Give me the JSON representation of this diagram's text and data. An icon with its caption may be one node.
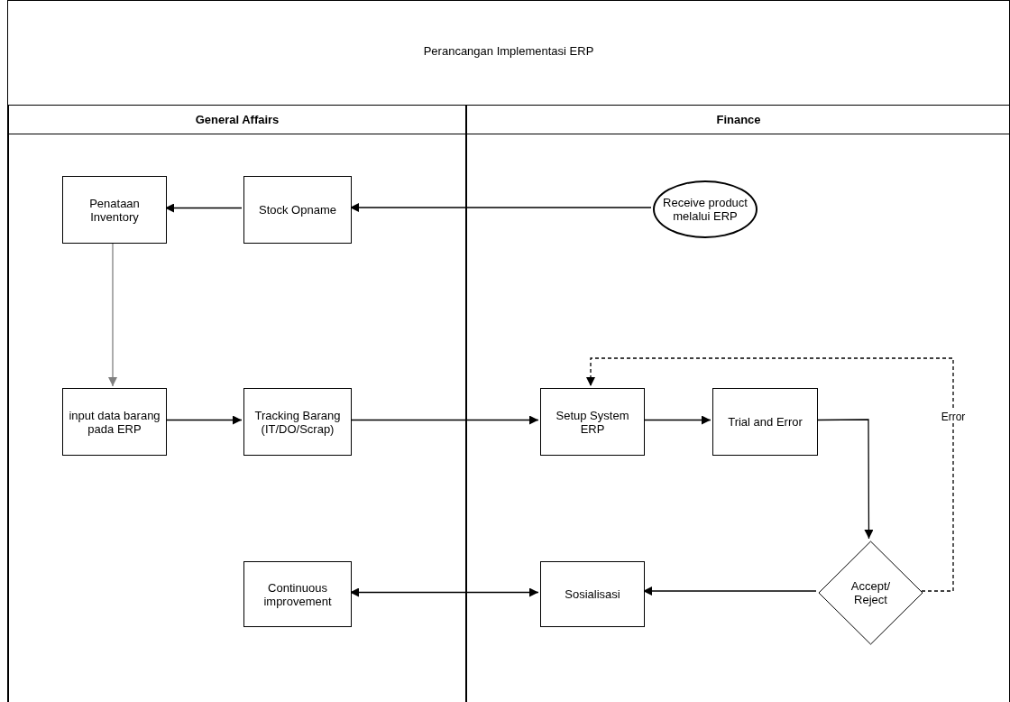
{
  "diagram": {
    "title": "Perancangan Implementasi ERP",
    "nodes": [
      {
        "text": [],
        "shape": "box"
      },
      {
        "text": [
          "General Affairs"
        ],
        "in": 0
      },
      {
        "text": [
          "Finance"
        ],
        "in": 0
      },
      {
        "text": [
          "Penataan Inventory"
        ],
        "in": 1
      },
      {
        "text": [
          "Stock Opname"
        ],
        "in": 1
      },
      {
        "text": [
          "Receive product melalui ERP"
        ],
        "in": 2
      },
      {
        "text": [
          "input data barang pada ERP"
        ],
        "in": 1
      },
      {
        "text": [
          "Tracking Barang (IT/DO/Scrap)"
        ],
        "in": 1
      },
      {
        "text": [
          "Setup System ERP"
        ],
        "in": 2
      },
      {
        "text": [
          "Trial and Error"
        ],
        "in": 2
      },
      {
        "text": [
          "Accept/ Reject"
        ],
        "in": 2
      },
      {
        "text": [
          "Sosialisasi"
        ],
        "in": 2
      },
      {
        "text": [
          "Continuous improvement"
        ],
        "in": 1
      }
    ],
    "edges": [
      {
        "from": 5,
        "to": 4,
        "arrow": "to"
      },
      {
        "from": 4,
        "to": 3,
        "arrow": "to"
      },
      {
        "from": 3,
        "to": 6,
        "arrow": "to",
        "color": "#808080"
      },
      {
        "from": 6,
        "to": 7,
        "arrow": "to"
      },
      {
        "from": 7,
        "to": 8,
        "arrow": "to"
      },
      {
        "from": 8,
        "to": 9,
        "arrow": "to"
      },
      {
        "from": 9,
        "to": 10,
        "arrow": "to"
      },
      {
        "from": 10,
        "to": 8,
        "arrow": "to",
        "style": "dashed",
        "label": "Error"
      },
      {
        "from": 10,
        "to": 11,
        "arrow": "to"
      },
      {
        "from": 12,
        "to": 11,
        "arrow": "both"
      }
    ]
  }
}
